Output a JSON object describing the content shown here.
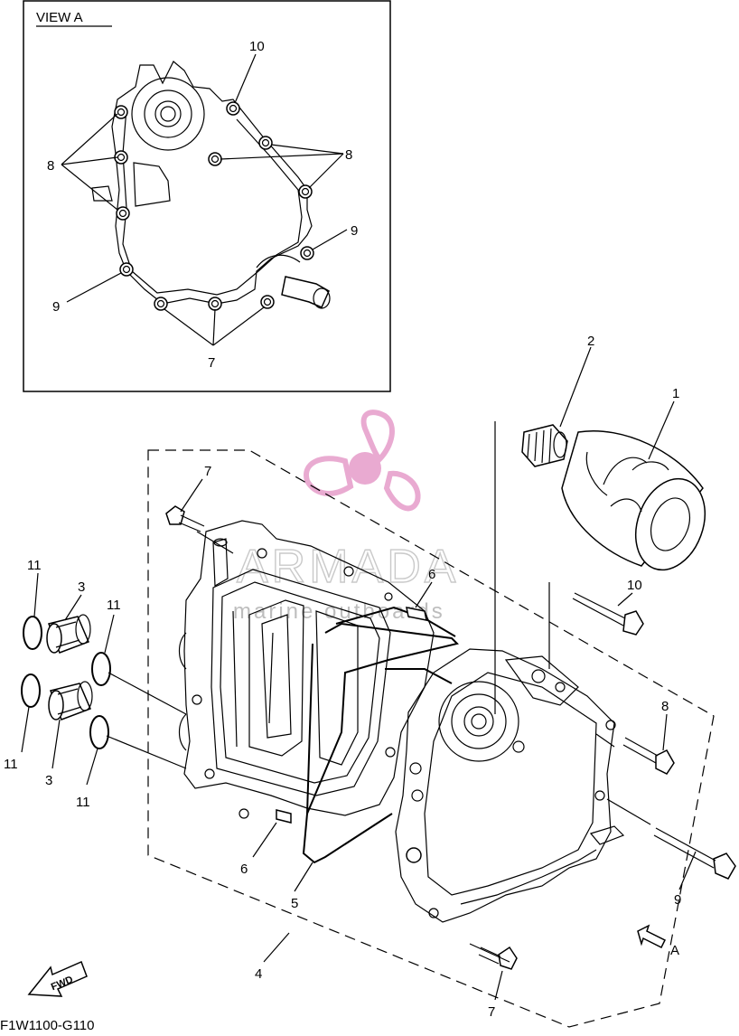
{
  "view_title": "VIEW A",
  "view_a_callouts": {
    "c10": "10",
    "c8_left": "8",
    "c8_right": "8",
    "c9_right": "9",
    "c9_left": "9",
    "c7": "7"
  },
  "main_callouts": {
    "c1": "1",
    "c2": "2",
    "c3_top": "3",
    "c3_bottom": "3",
    "c4": "4",
    "c5": "5",
    "c6_top": "6",
    "c6_bottom": "6",
    "c7_top": "7",
    "c7_bottom": "7",
    "c8": "8",
    "c9": "9",
    "c10": "10",
    "c11_tl": "11",
    "c11_tr": "11",
    "c11_bl": "11",
    "c11_br": "11"
  },
  "arrow_a_label": "A",
  "fwd_label": "FWD",
  "figure_code": "F1W1100-G110",
  "watermark": {
    "brand": "ARMADA",
    "tagline": "marine outboards",
    "color": "#e8a6cf"
  }
}
